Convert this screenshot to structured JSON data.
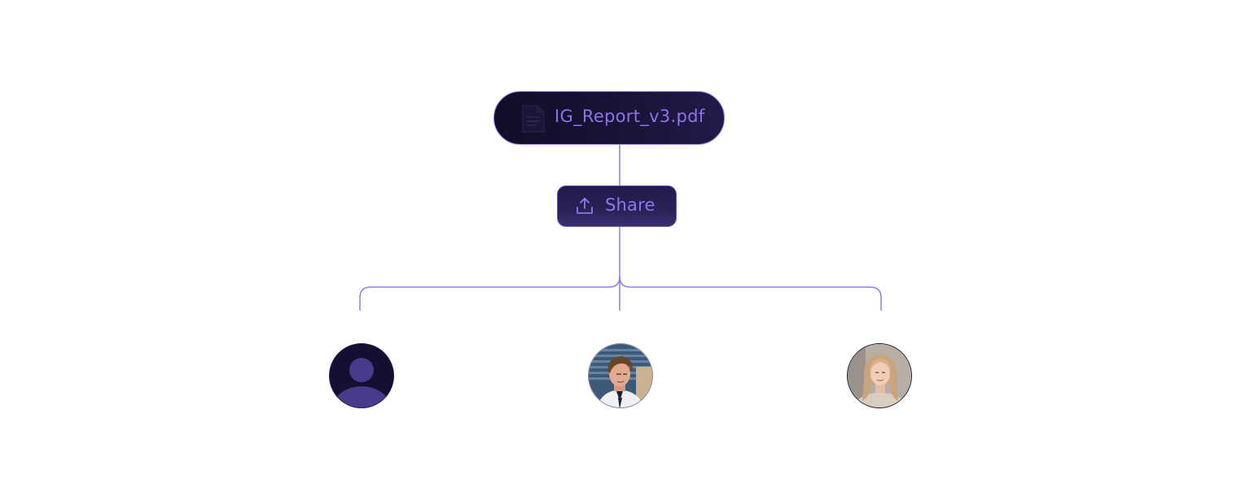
{
  "file": {
    "name": "IG_Report_v3.pdf",
    "icon": "document-icon"
  },
  "share": {
    "label": "Share",
    "icon": "upload-icon"
  },
  "recipients": [
    {
      "type": "placeholder-avatar"
    },
    {
      "type": "photo-avatar-man"
    },
    {
      "type": "photo-avatar-woman"
    }
  ],
  "colors": {
    "accent": "#8b74e6",
    "connector": "#8d7fdd",
    "pill_bg": "#140f2c",
    "button_bg": "#241c4c"
  }
}
